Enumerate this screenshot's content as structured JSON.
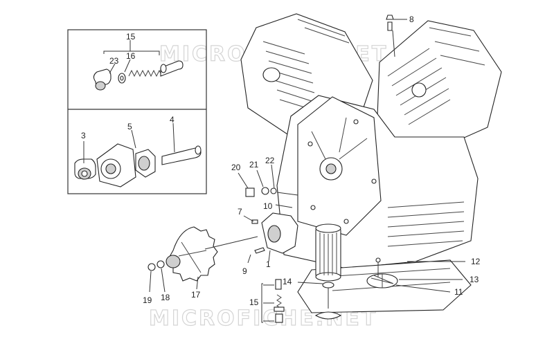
{
  "watermark": "MICROFICHE.NET",
  "callouts": {
    "c1": "1",
    "c3": "3",
    "c4": "4",
    "c5": "5",
    "c7": "7",
    "c8": "8",
    "c9": "9",
    "c10": "10",
    "c11": "11",
    "c12": "12",
    "c13": "13",
    "c14": "14",
    "c15a": "15",
    "c15b": "15",
    "c16": "16",
    "c17": "17",
    "c18": "18",
    "c19": "19",
    "c20": "20",
    "c21": "21",
    "c22": "22",
    "c23": "23"
  }
}
